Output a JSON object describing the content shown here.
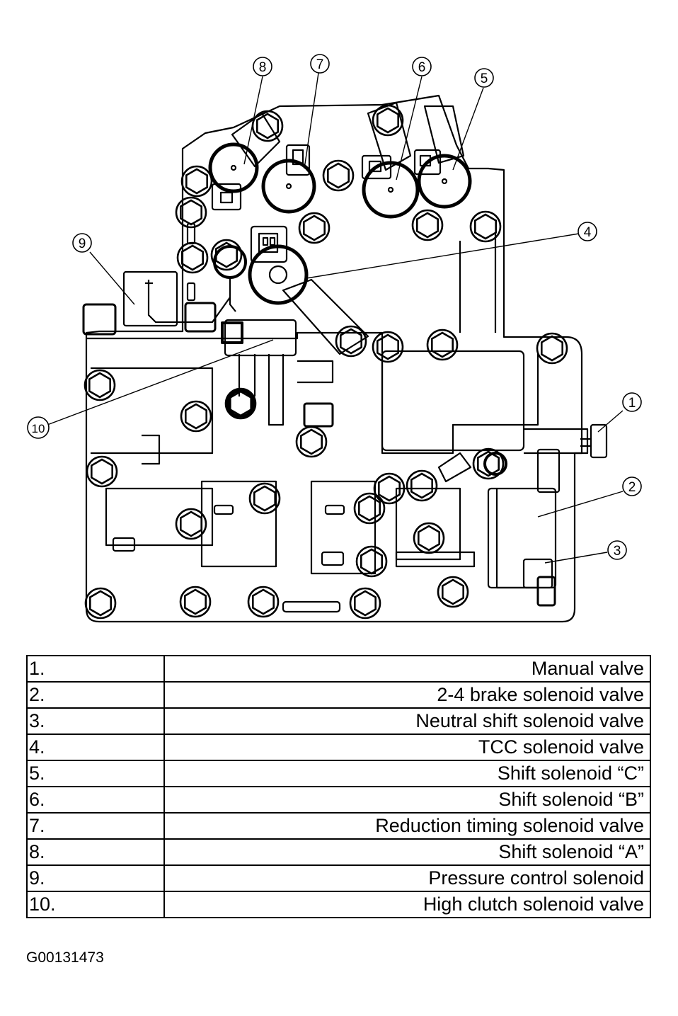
{
  "callouts": [
    "1",
    "2",
    "3",
    "4",
    "5",
    "6",
    "7",
    "8",
    "9",
    "10"
  ],
  "legend": [
    {
      "num": "1.",
      "desc": "Manual valve"
    },
    {
      "num": "2.",
      "desc": "2-4 brake solenoid valve"
    },
    {
      "num": "3.",
      "desc": "Neutral shift solenoid valve"
    },
    {
      "num": "4.",
      "desc": "TCC solenoid valve"
    },
    {
      "num": "5.",
      "desc": "Shift solenoid “C”"
    },
    {
      "num": "6.",
      "desc": "Shift solenoid “B”"
    },
    {
      "num": "7.",
      "desc": "Reduction timing solenoid valve"
    },
    {
      "num": "8.",
      "desc": "Shift solenoid “A”"
    },
    {
      "num": "9.",
      "desc": "Pressure control solenoid"
    },
    {
      "num": "10.",
      "desc": "High clutch solenoid valve"
    }
  ],
  "figure_id": "G00131473",
  "colors": {
    "line": "#000000",
    "background": "#ffffff"
  }
}
